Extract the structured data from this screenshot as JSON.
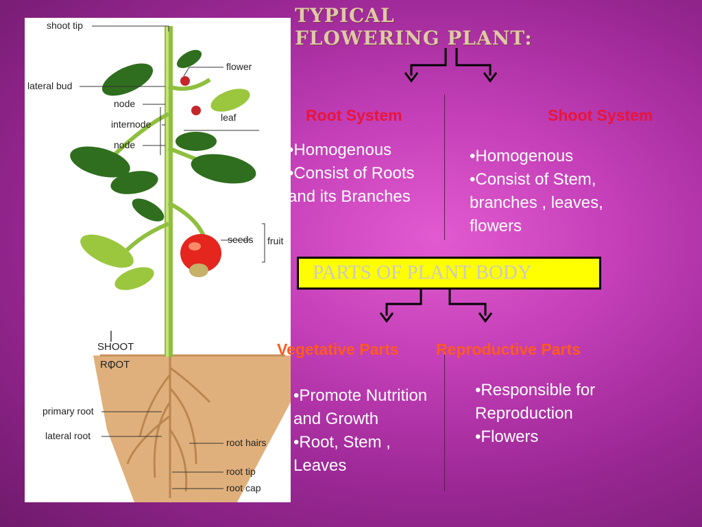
{
  "slide": {
    "title": "TYPICAL FLOWERING PLANT:"
  },
  "root_system": {
    "heading": "Root System",
    "bullets": [
      "Homogenous",
      "Consist of Roots and its Branches"
    ]
  },
  "shoot_system": {
    "heading": "Shoot System",
    "bullets": [
      "Homogenous",
      "Consist of Stem, branches , leaves, flowers"
    ]
  },
  "parts_box": {
    "label": "PARTS OF PLANT BODY"
  },
  "vegetative": {
    "heading": "Vegetative Parts",
    "bullets": [
      "Promote Nutrition and Growth",
      "Root, Stem , Leaves"
    ]
  },
  "reproductive": {
    "heading": "Reproductive Parts",
    "bullets": [
      "Responsible for Reproduction",
      "Flowers"
    ]
  },
  "plant_diagram": {
    "labels": {
      "shoot_tip": "shoot tip",
      "flower": "flower",
      "lateral_bud": "lateral bud",
      "node1": "node",
      "internode": "internode",
      "leaf": "leaf",
      "node2": "node",
      "seeds": "seeds",
      "fruit": "fruit",
      "shoot": "SHOOT",
      "root": "ROOT",
      "primary_root": "primary root",
      "lateral_root": "lateral root",
      "root_hairs": "root hairs",
      "root_tip": "root tip",
      "root_cap": "root cap"
    }
  },
  "colors": {
    "background": "#c43fb8",
    "heading_red": "#e8153a",
    "heading_orange": "#ff5a1e",
    "box_fill": "#ffff00",
    "title": "#e0c8a8"
  }
}
